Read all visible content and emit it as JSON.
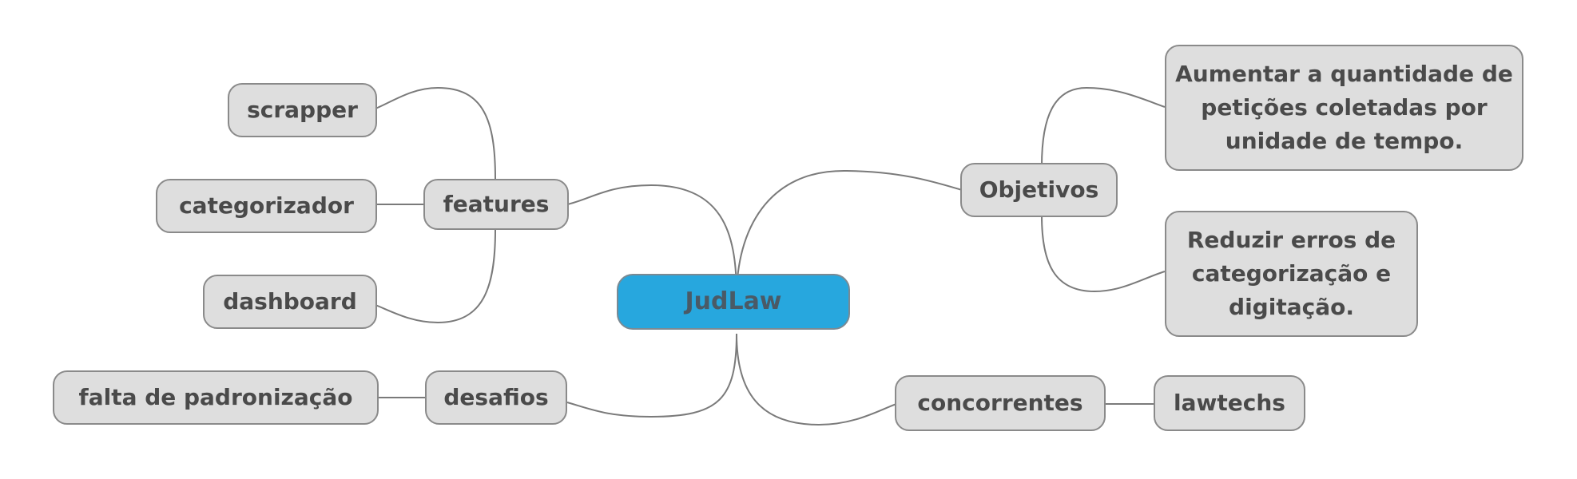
{
  "mindmap": {
    "root": {
      "label": "JudLaw",
      "color": "#27a7de"
    },
    "features": {
      "label": "features",
      "children": [
        "scrapper",
        "categorizador",
        "dashboard"
      ]
    },
    "desafios": {
      "label": "desafios",
      "children": [
        "falta de padronização"
      ]
    },
    "objetivos": {
      "label": "Objetivos",
      "children": [
        "Aumentar a quantidade de petições coletadas por unidade de tempo.",
        "Reduzir erros de categorização e digitação."
      ]
    },
    "concorrentes": {
      "label": "concorrentes",
      "children": [
        "lawtechs"
      ]
    },
    "node_fill": "#dedede",
    "node_border": "#8a8a8a",
    "connector_color": "#7a7a7a"
  }
}
